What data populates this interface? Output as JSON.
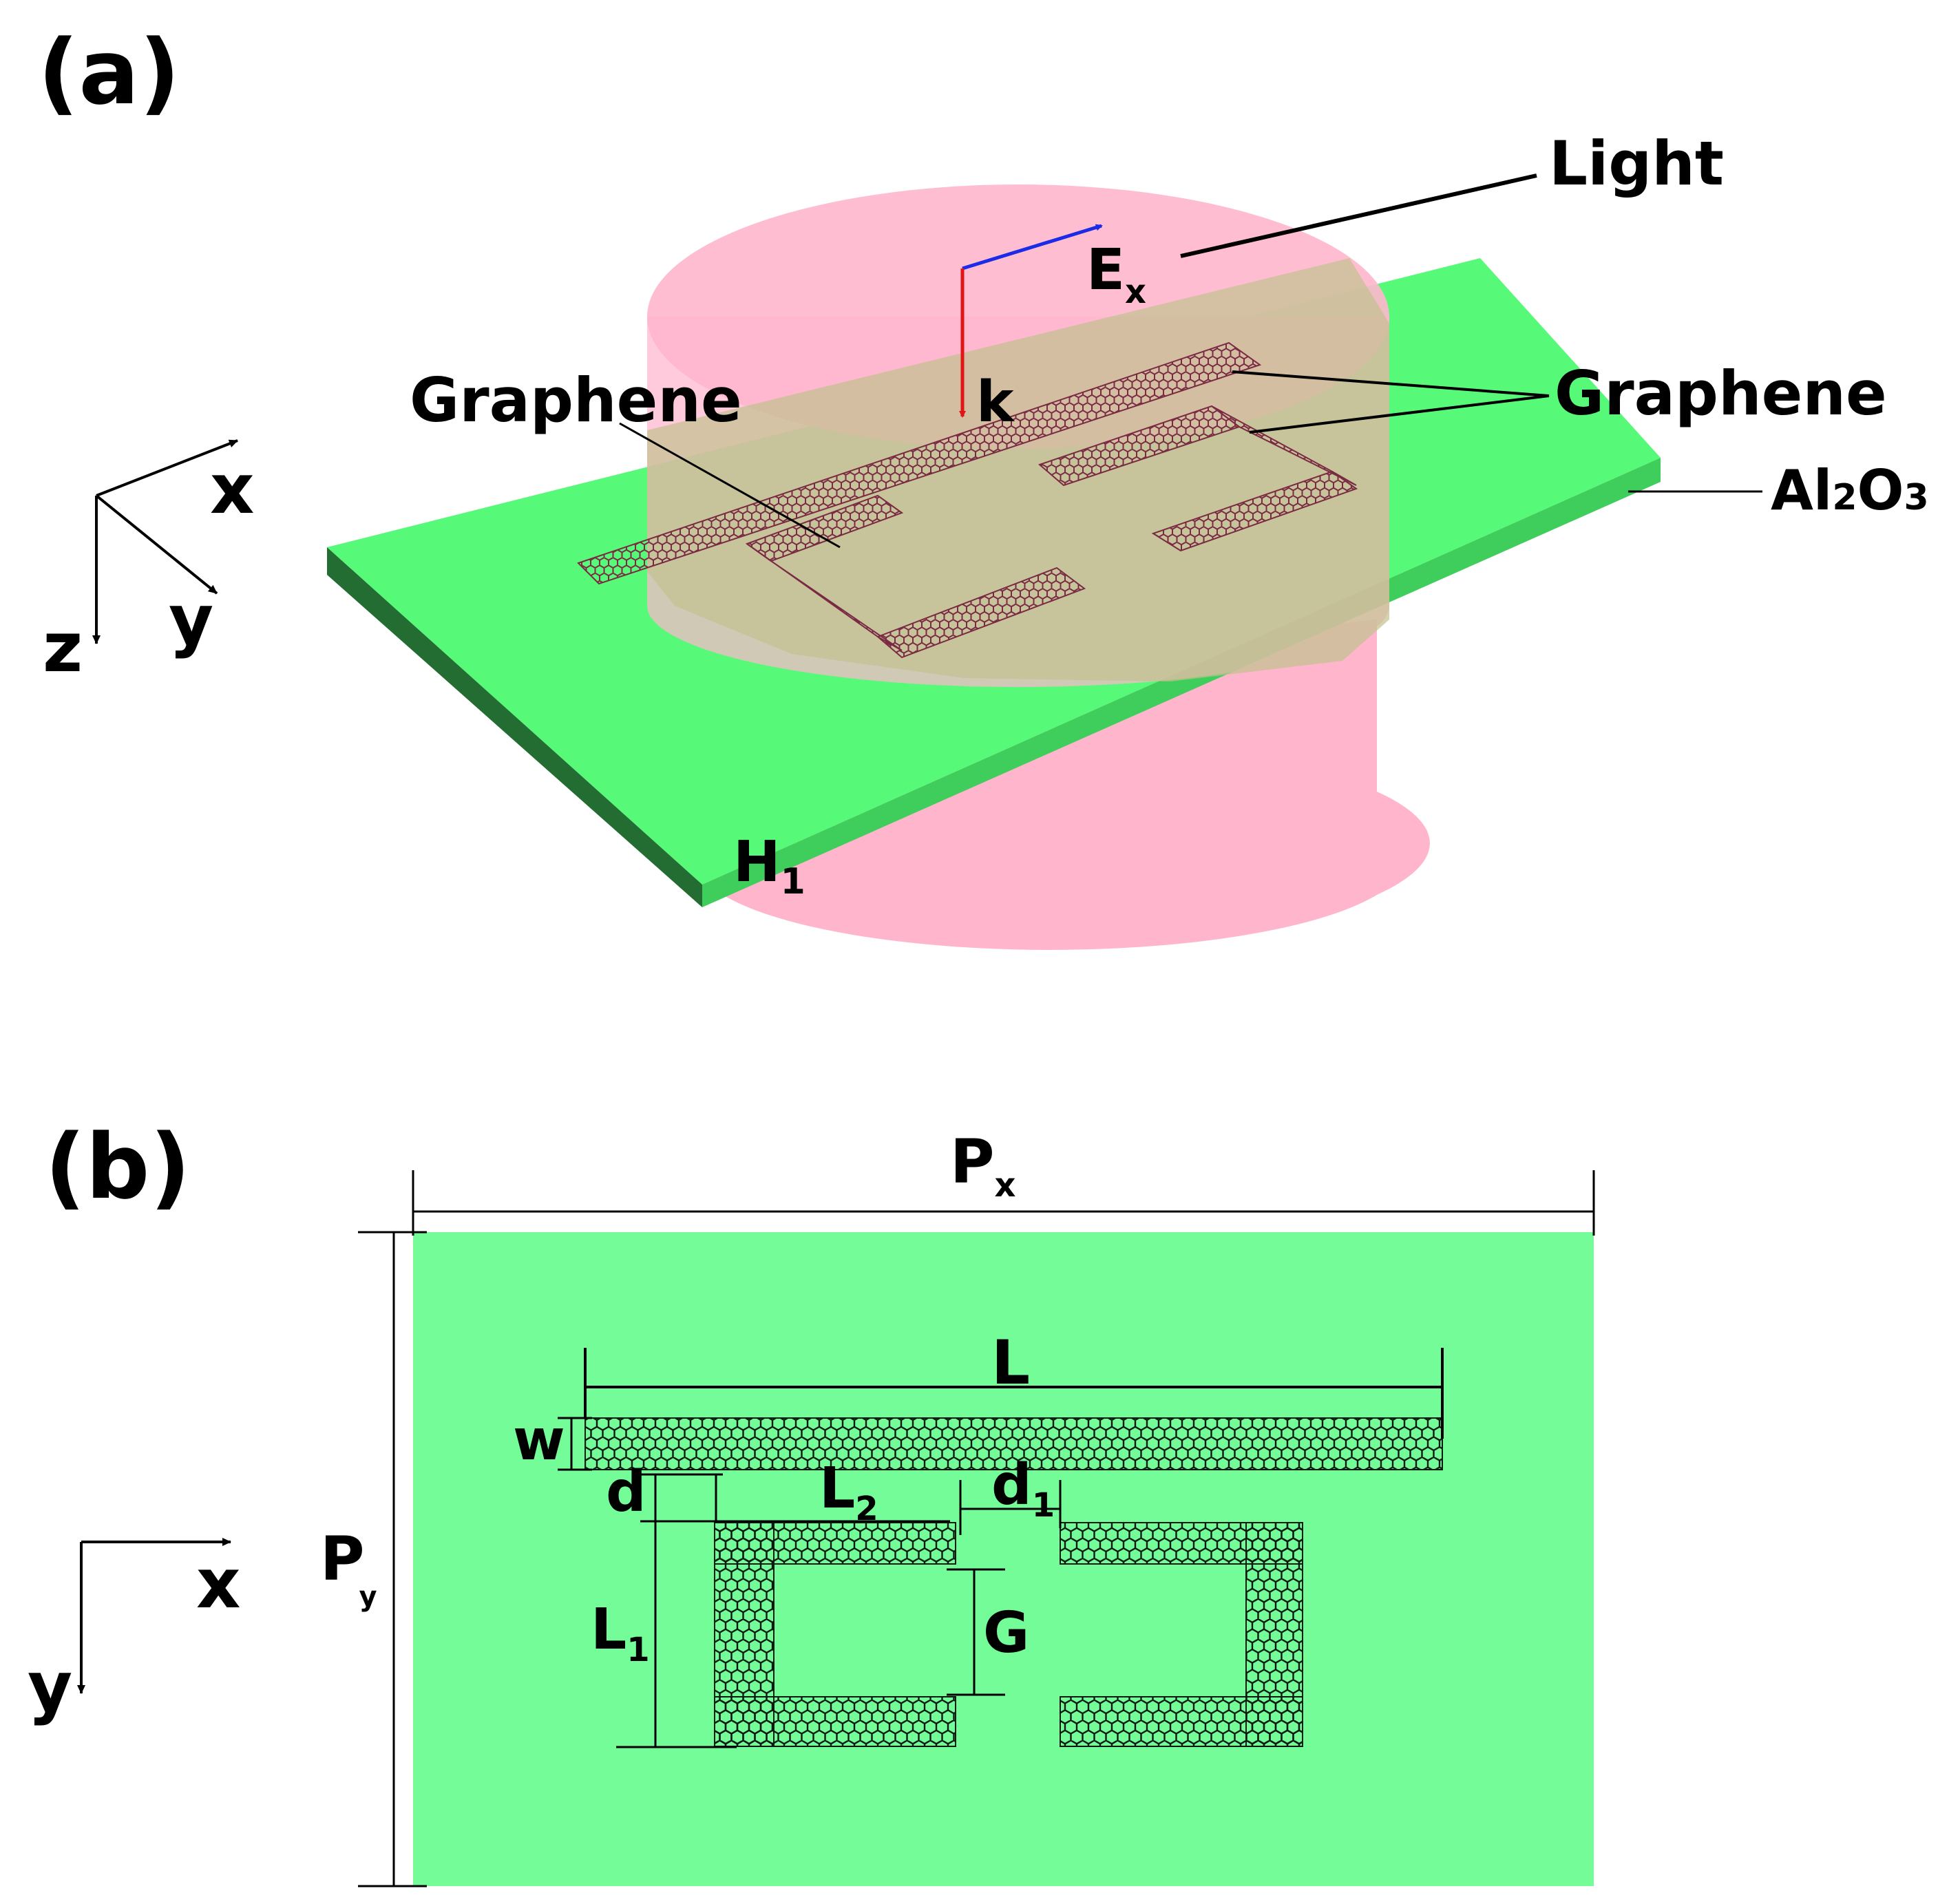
{
  "panel_a": {
    "panel_label": "(a)",
    "light_label": "Light",
    "e_label": "E",
    "e_sub": "x",
    "k_label": "k",
    "graphene_left_label": "Graphene",
    "graphene_right_label": "Graphene",
    "substrate_label": "Al",
    "substrate_sub1": "2",
    "substrate_o": "O",
    "substrate_sub2": "3",
    "h_label": "H",
    "h_sub": "1",
    "axis_x": "x",
    "axis_y": "y",
    "axis_z": "z",
    "colors": {
      "substrate_top": "#57fa78",
      "substrate_front": "#3fcd5b",
      "substrate_side": "#236d33",
      "light_cylinder": "#ffb6cd",
      "overlap": "#c4c090",
      "graphene_stroke": "#7a2a42",
      "e_arrow": "#1b2be6",
      "k_arrow": "#e01515"
    }
  },
  "panel_b": {
    "panel_label": "(b)",
    "px_label": "P",
    "px_sub": "x",
    "py_label": "P",
    "py_sub": "y",
    "l_label": "L",
    "w_label": "w",
    "d_label": "d",
    "l2_label": "L",
    "l2_sub": "2",
    "d1_label": "d",
    "d1_sub": "1",
    "l1_label": "L",
    "l1_sub": "1",
    "g_label": "G",
    "axis_x": "x",
    "axis_y": "y",
    "colors": {
      "substrate": "#74fc98",
      "graphene_stroke": "#0b1a10"
    }
  }
}
